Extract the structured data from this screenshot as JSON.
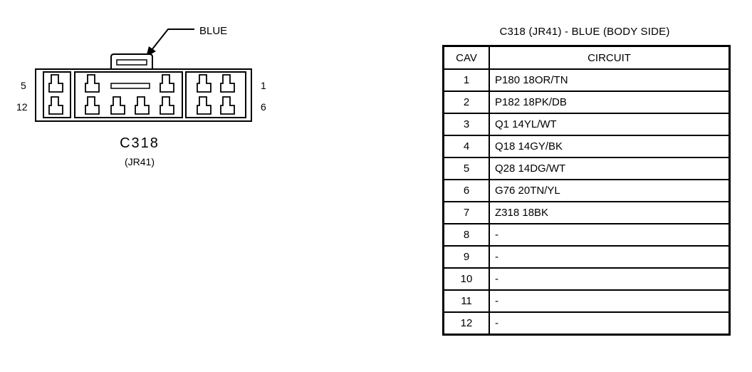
{
  "connector": {
    "name": "C318",
    "id": "(JR41)",
    "color_label": "BLUE",
    "pin_labels": {
      "top_left": "5",
      "bottom_left": "12",
      "top_right": "1",
      "bottom_right": "6"
    }
  },
  "table": {
    "title": "C318 (JR41) - BLUE (BODY SIDE)",
    "headers": {
      "cav": "CAV",
      "circuit": "CIRCUIT"
    },
    "rows": [
      {
        "cav": "1",
        "circuit": "P180 18OR/TN"
      },
      {
        "cav": "2",
        "circuit": "P182 18PK/DB"
      },
      {
        "cav": "3",
        "circuit": "Q1 14YL/WT"
      },
      {
        "cav": "4",
        "circuit": "Q18 14GY/BK"
      },
      {
        "cav": "5",
        "circuit": "Q28 14DG/WT"
      },
      {
        "cav": "6",
        "circuit": "G76 20TN/YL"
      },
      {
        "cav": "7",
        "circuit": "Z318 18BK"
      },
      {
        "cav": "8",
        "circuit": "-"
      },
      {
        "cav": "9",
        "circuit": "-"
      },
      {
        "cav": "10",
        "circuit": "-"
      },
      {
        "cav": "11",
        "circuit": "-"
      },
      {
        "cav": "12",
        "circuit": "-"
      }
    ]
  }
}
